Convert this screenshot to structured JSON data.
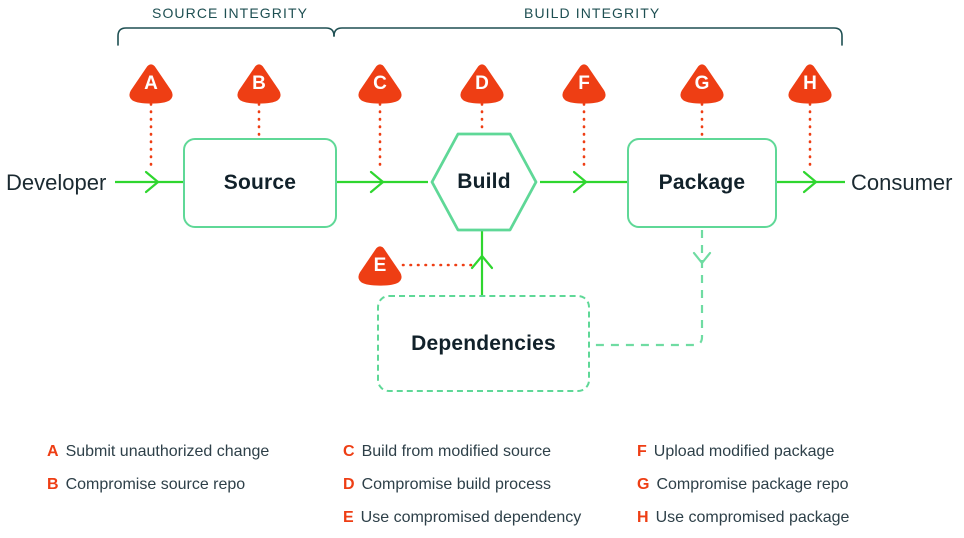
{
  "brackets": [
    {
      "label": "SOURCE INTEGRITY"
    },
    {
      "label": "BUILD INTEGRITY"
    }
  ],
  "actors": {
    "start": "Developer",
    "end": "Consumer"
  },
  "nodes": [
    {
      "id": "source",
      "label": "Source",
      "shape": "rect"
    },
    {
      "id": "build",
      "label": "Build",
      "shape": "hex"
    },
    {
      "id": "package",
      "label": "Package",
      "shape": "rect"
    },
    {
      "id": "dependencies",
      "label": "Dependencies",
      "shape": "dashed"
    }
  ],
  "markers": [
    {
      "key": "A"
    },
    {
      "key": "B"
    },
    {
      "key": "C"
    },
    {
      "key": "D"
    },
    {
      "key": "E"
    },
    {
      "key": "F"
    },
    {
      "key": "G"
    },
    {
      "key": "H"
    }
  ],
  "legend": {
    "column1": [
      {
        "key": "A",
        "text": "Submit unauthorized change"
      },
      {
        "key": "B",
        "text": "Compromise source repo"
      }
    ],
    "column2": [
      {
        "key": "C",
        "text": "Build from modified source"
      },
      {
        "key": "D",
        "text": "Compromise build process"
      },
      {
        "key": "E",
        "text": "Use compromised dependency"
      }
    ],
    "column3": [
      {
        "key": "F",
        "text": "Upload modified package"
      },
      {
        "key": "G",
        "text": "Compromise package repo"
      },
      {
        "key": "H",
        "text": "Use compromised package"
      }
    ]
  },
  "colors": {
    "threat": "#ee3e14",
    "flow_green": "#2fd62f",
    "node_green": "#5fd897",
    "bracket_teal": "#1e4f52",
    "text_dark": "#1b2a31",
    "background": "#ffffff"
  }
}
